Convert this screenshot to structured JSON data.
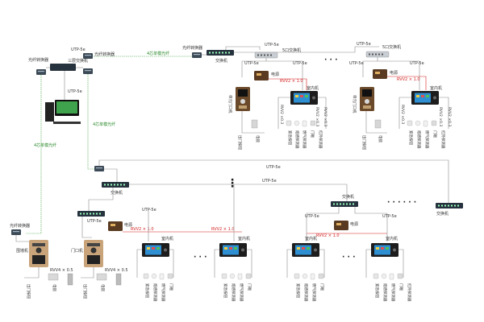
{
  "labels": {
    "utp": "UTP-5e",
    "fiber_conv": "光纤转换器",
    "fiber4": "4芯单模光纤",
    "l3_switch": "三层交换机",
    "switch": "交换机",
    "switch5": "5口交换机",
    "power": "电源",
    "rvv2": "RVV2 × 1.0",
    "indoor": "室内机",
    "unit_door": "单元门口机",
    "door_machine": "门口机",
    "fence_machine": "围墙机",
    "rvv4": "RVV4 × 0.5",
    "rvv_small": "RVV2 ×0.3",
    "exit_btn": "出门按钮",
    "lock": "电锁",
    "magnet": "门磁",
    "smoke": "烟感探测器",
    "gas": "燃气探测器",
    "infrared": "红外探测器",
    "emergency": "紧急按钮",
    "dots": "· · ·",
    "dots_v": "⋮",
    "dots6": "· · · · · ·"
  },
  "colors": {
    "wire": "#8a8a8a",
    "fiber": "#3aa03a",
    "power_wire": "#d21f1f",
    "device": "#2b3a4a"
  }
}
